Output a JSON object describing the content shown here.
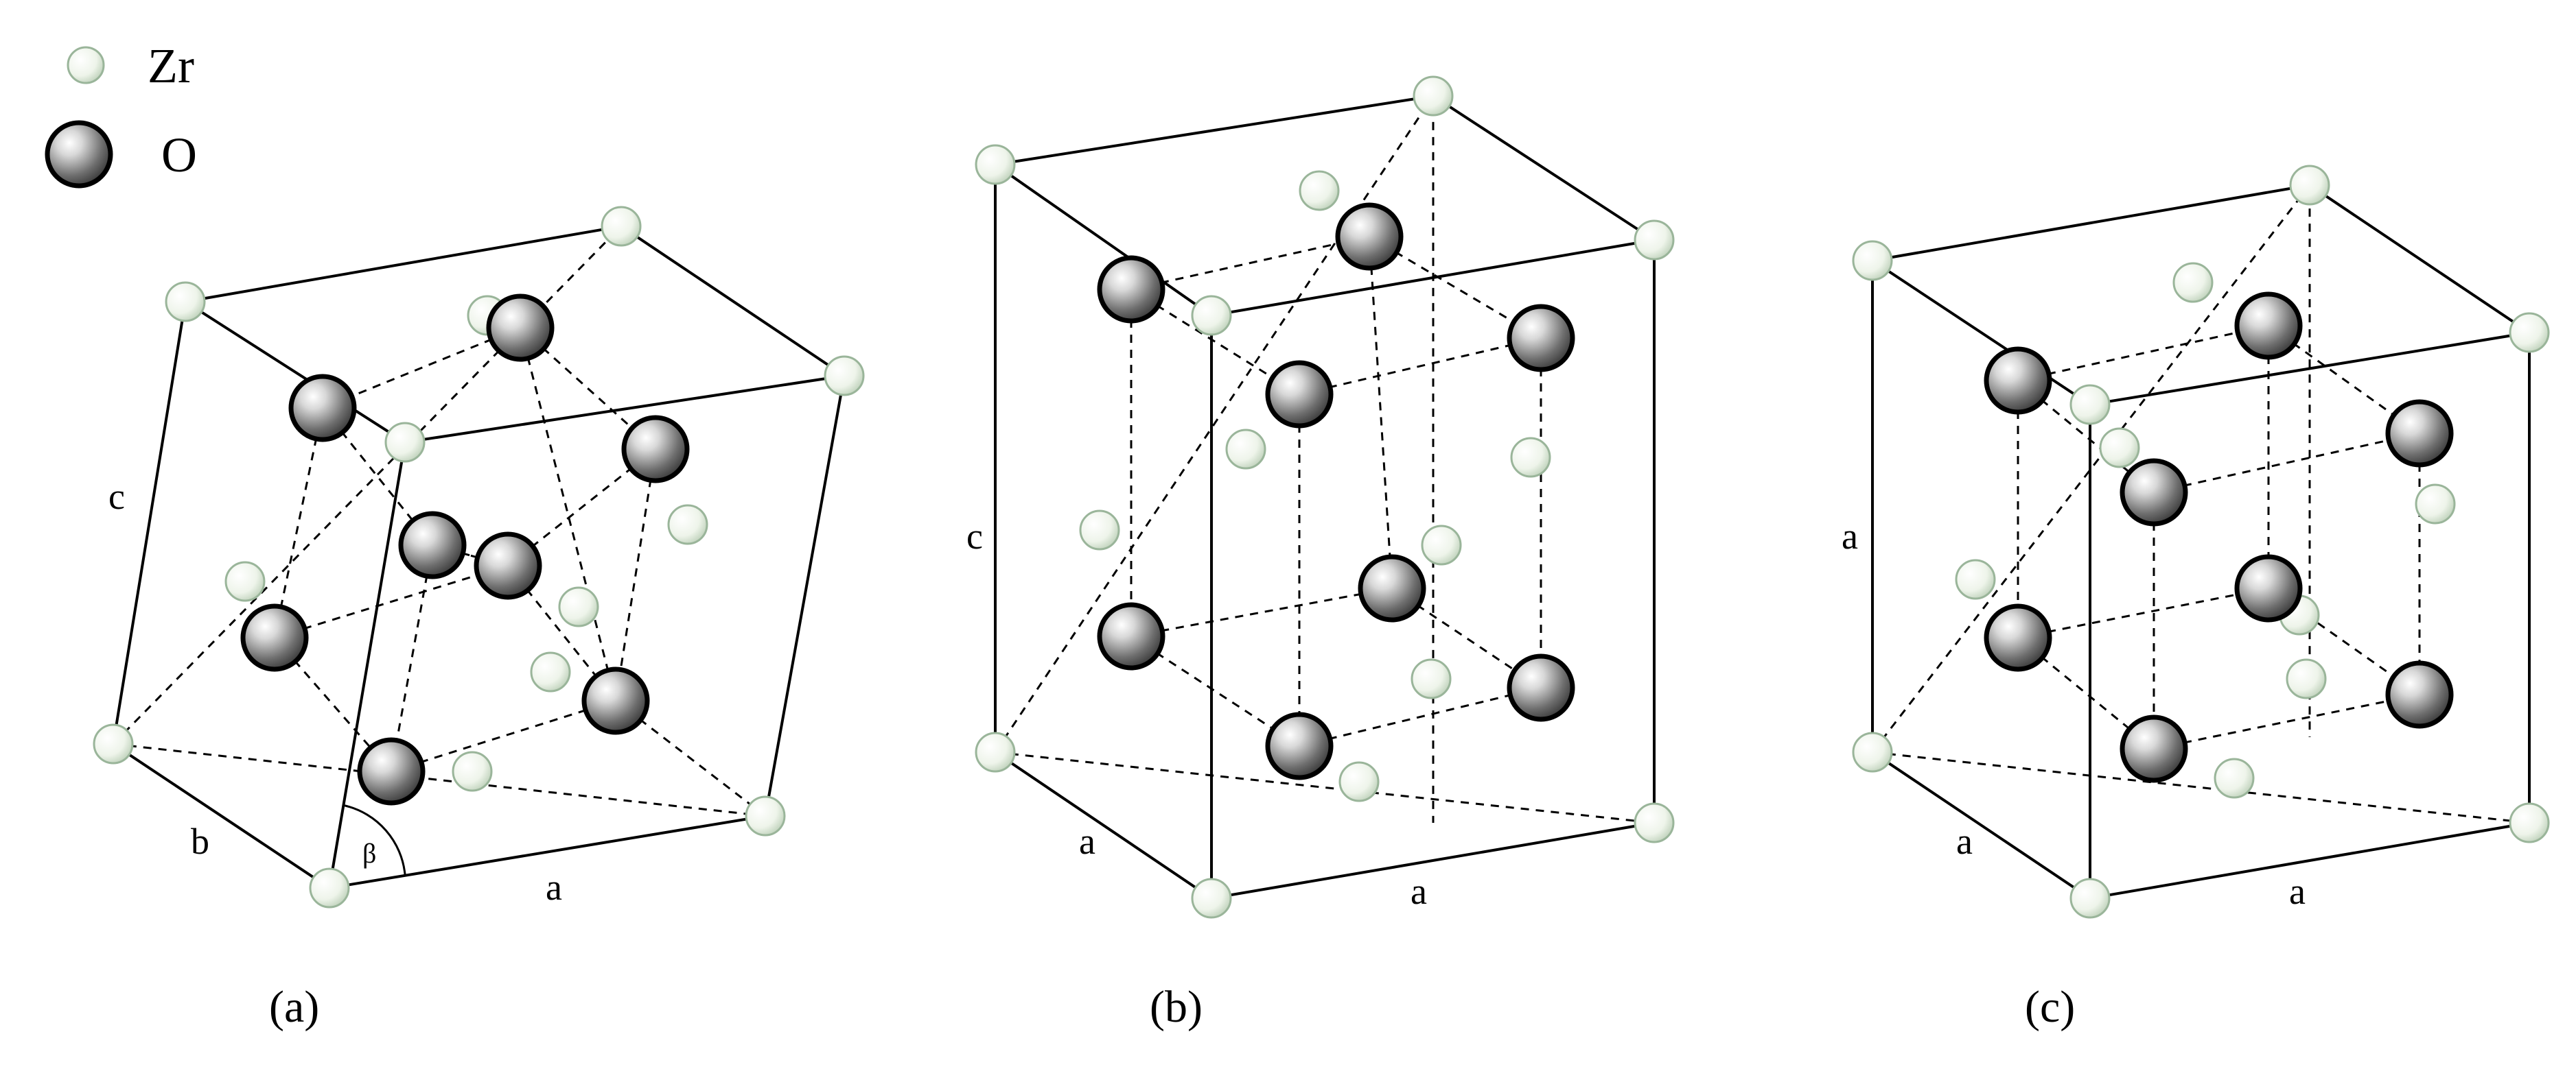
{
  "legend": {
    "zr": {
      "symbol": "Zr"
    },
    "o": {
      "symbol": "O"
    }
  },
  "panels": {
    "a": {
      "caption": "(a)",
      "labels": {
        "c": "c",
        "b": "b",
        "a": "a",
        "beta": "β"
      }
    },
    "b": {
      "caption": "(b)",
      "labels": {
        "c": "c",
        "a_side": "a",
        "a_front": "a"
      }
    },
    "c": {
      "caption": "(c)",
      "labels": {
        "a_vertical": "a",
        "a_side": "a",
        "a_front": "a"
      }
    }
  },
  "colors": {
    "zr_atom": "#eef4ea",
    "zr_outline": "#9ab59a",
    "o_atom": "#6e6e6e",
    "o_outline": "#000000",
    "edge": "#000000"
  }
}
